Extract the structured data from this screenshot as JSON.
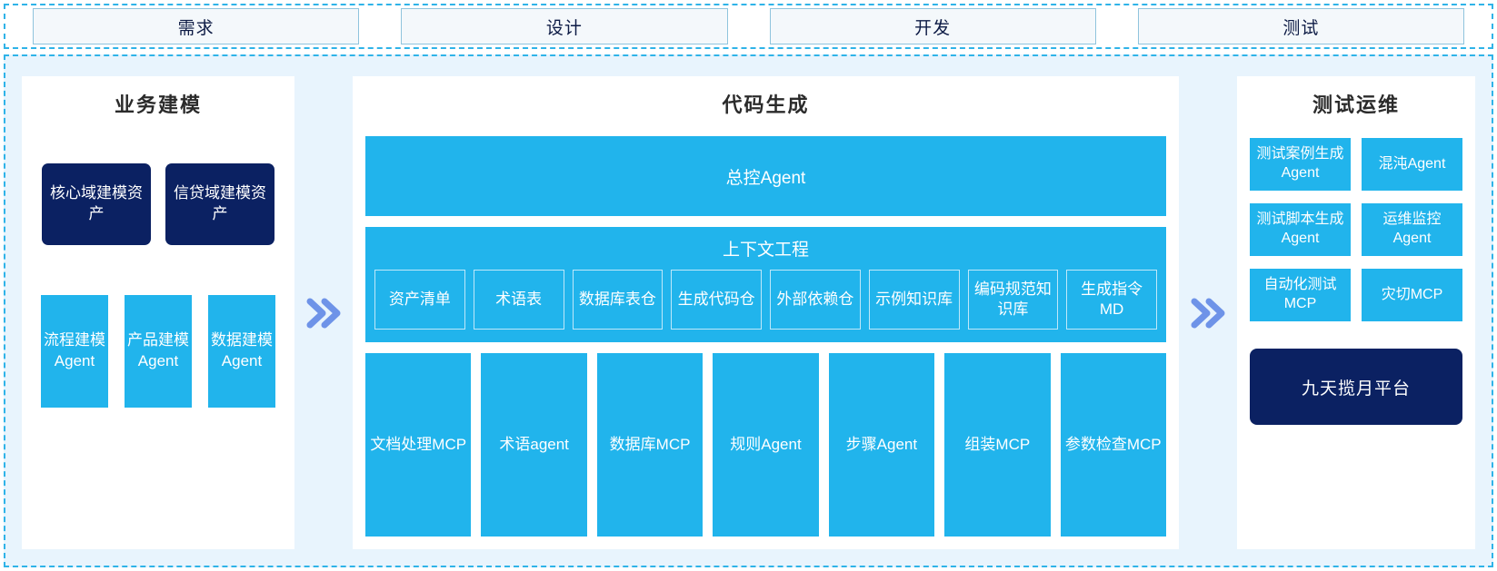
{
  "phases": {
    "items": [
      {
        "label": "需求"
      },
      {
        "label": "设计"
      },
      {
        "label": "开发"
      },
      {
        "label": "测试"
      }
    ]
  },
  "colors": {
    "cyan": "#21b4ec",
    "navy": "#0b2162",
    "panel_bg": "#e8f4fd",
    "dashed_border": "#2fb3e8",
    "arrow": "#6e93e8"
  },
  "left_panel": {
    "title": "业务建模",
    "assets": [
      {
        "label": "核心域建模资产"
      },
      {
        "label": "信贷域建模资产"
      }
    ],
    "agents": [
      {
        "label": "流程建模Agent"
      },
      {
        "label": "产品建模Agent"
      },
      {
        "label": "数据建模Agent"
      }
    ]
  },
  "arrows": {
    "glyph": "double-chevron-right"
  },
  "center_panel": {
    "title": "代码生成",
    "master_agent": "总控Agent",
    "context": {
      "title": "上下文工程",
      "chips": [
        {
          "label": "资产清单"
        },
        {
          "label": "术语表"
        },
        {
          "label": "数据库表仓"
        },
        {
          "label": "生成代码仓"
        },
        {
          "label": "外部依赖仓"
        },
        {
          "label": "示例知识库"
        },
        {
          "label": "编码规范知识库"
        },
        {
          "label": "生成指令MD"
        }
      ]
    },
    "tools": [
      {
        "label": "文档处理MCP",
        "wrap": true
      },
      {
        "label": "术语agent",
        "wrap": false
      },
      {
        "label": "数据库MCP",
        "wrap": true
      },
      {
        "label": "规则Agent",
        "wrap": false
      },
      {
        "label": "步骤Agent",
        "wrap": false
      },
      {
        "label": "组装MCP",
        "wrap": false
      },
      {
        "label": "参数检查MCP",
        "wrap": true
      }
    ]
  },
  "right_panel": {
    "title": "测试运维",
    "cards": [
      {
        "label": "测试案例生成Agent"
      },
      {
        "label": "混沌Agent"
      },
      {
        "label": "测试脚本生成Agent"
      },
      {
        "label": "运维监控Agent"
      },
      {
        "label": "自动化测试MCP"
      },
      {
        "label": "灾切MCP"
      }
    ],
    "platform": "九天揽月平台"
  }
}
